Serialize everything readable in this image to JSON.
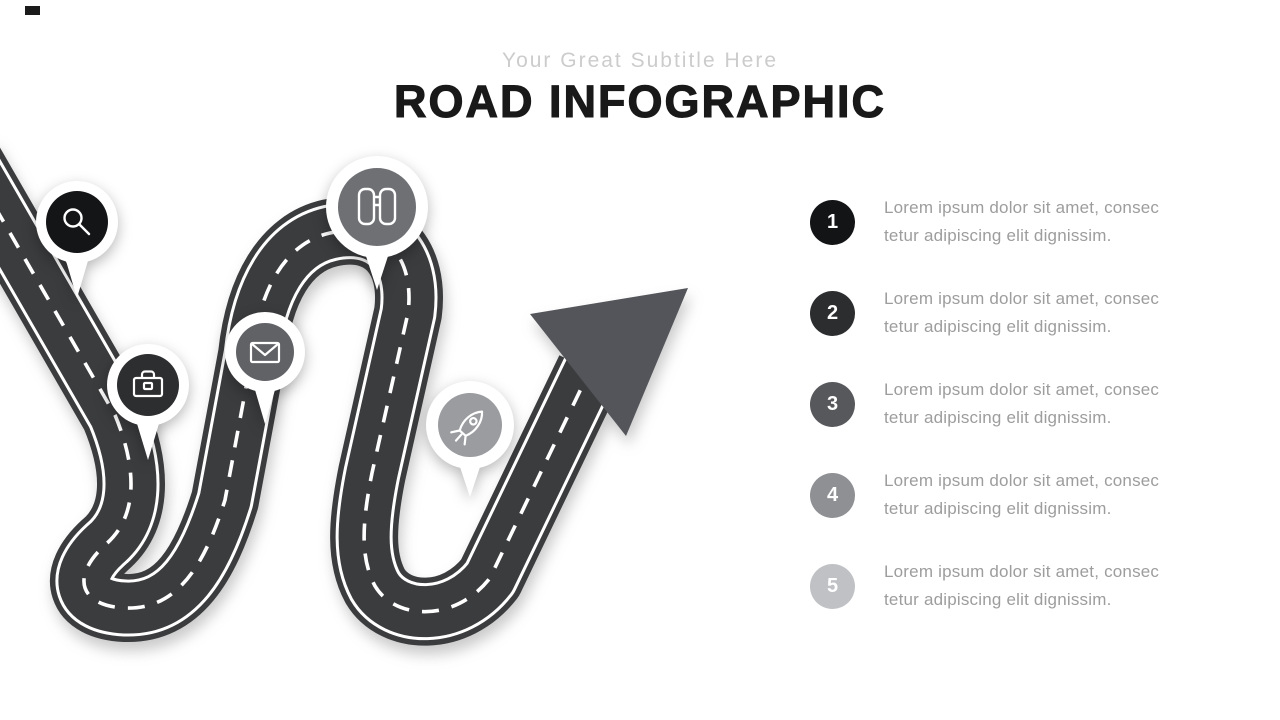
{
  "slide": {
    "subtitle": "Your Great Subtitle Here",
    "title": "ROAD INFOGRAPHIC"
  },
  "colors": {
    "road": "#3b3c3e",
    "road_marking": "#ffffff",
    "arrowhead": "#54555a"
  },
  "pins": [
    {
      "icon": "magnifier-icon",
      "color": "#141517"
    },
    {
      "icon": "briefcase-icon",
      "color": "#2d2e30"
    },
    {
      "icon": "envelope-icon",
      "color": "#606266"
    },
    {
      "icon": "binoculars-icon",
      "color": "#6e7074"
    },
    {
      "icon": "rocket-icon",
      "color": "#9a9ca0"
    }
  ],
  "steps": [
    {
      "number": "1",
      "badge_color": "#131416",
      "line1": "Lorem ipsum dolor sit amet, consec",
      "line2": "tetur adipiscing elit dignissim."
    },
    {
      "number": "2",
      "badge_color": "#2c2d2f",
      "line1": "Lorem ipsum dolor sit amet, consec",
      "line2": "tetur adipiscing elit dignissim."
    },
    {
      "number": "3",
      "badge_color": "#57585c",
      "line1": "Lorem ipsum dolor sit amet, consec",
      "line2": "tetur adipiscing elit dignissim."
    },
    {
      "number": "4",
      "badge_color": "#8e9094",
      "line1": "Lorem ipsum dolor sit amet, consec",
      "line2": "tetur adipiscing elit dignissim."
    },
    {
      "number": "5",
      "badge_color": "#bfc1c5",
      "line1": "Lorem ipsum dolor sit amet, consec",
      "line2": "tetur adipiscing elit dignissim."
    }
  ]
}
